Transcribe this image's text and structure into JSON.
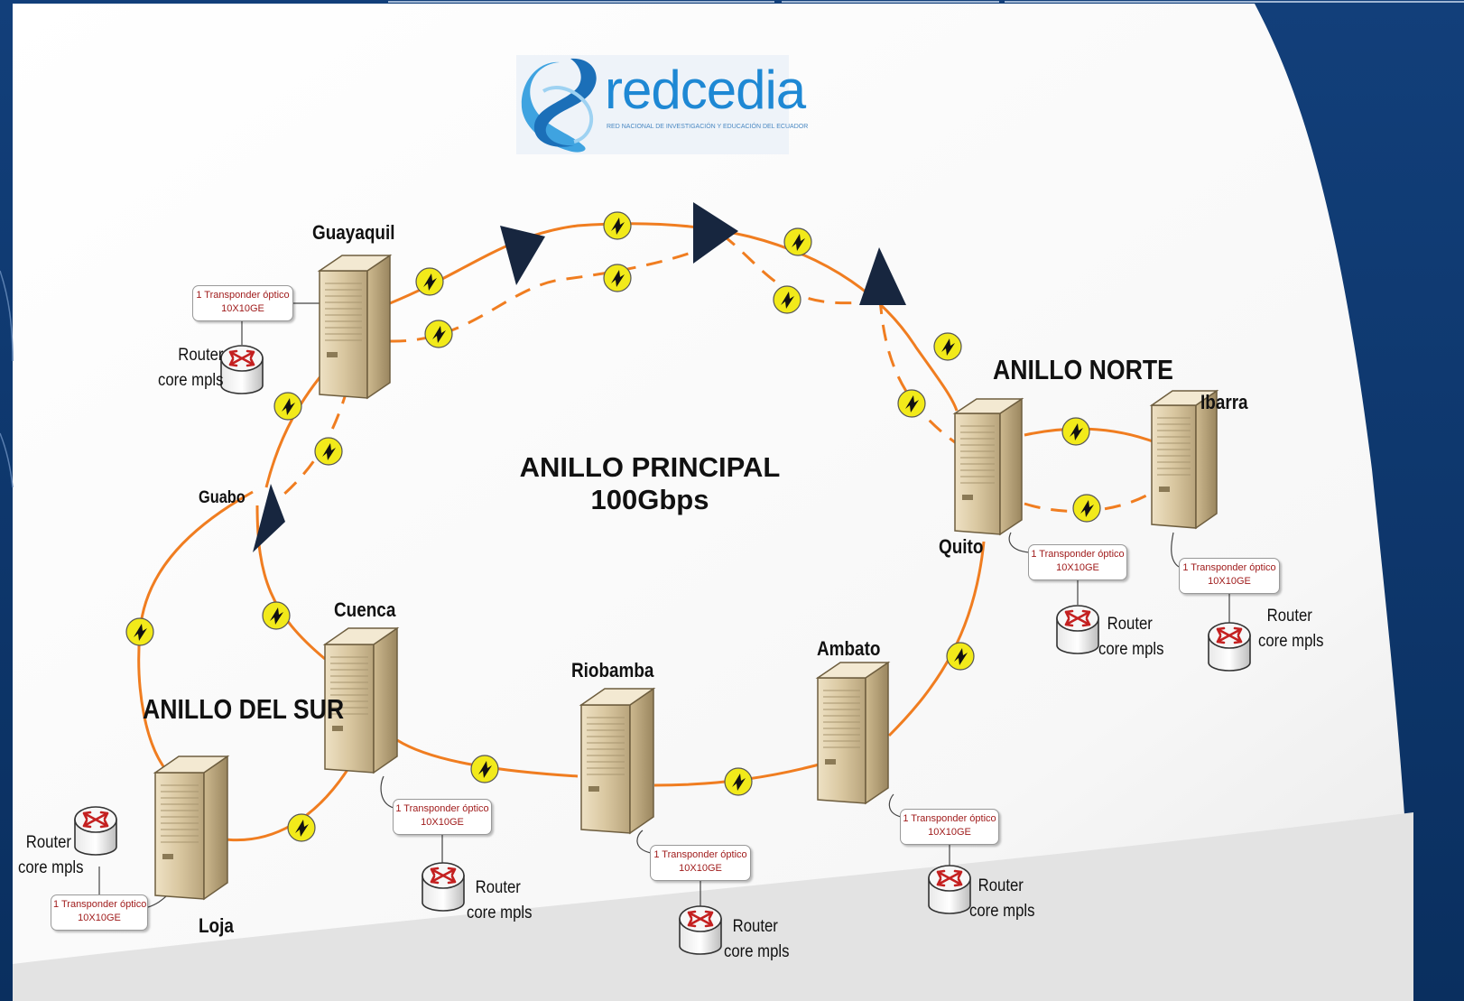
{
  "logo": {
    "brand_text": "redcedia",
    "tagline": "RED NACIONAL DE INVESTIGACIÓN Y EDUCACIÓN DEL ECUADOR",
    "brand_color": "#1e88d4"
  },
  "diagram": {
    "center_title": "ANILLO PRINCIPAL",
    "center_capacity": "100Gbps",
    "ring_labels": {
      "north": "ANILLO NORTE",
      "south": "ANILLO DEL SUR"
    },
    "cities": {
      "guayaquil": "Guayaquil",
      "guabo": "Guabo",
      "cuenca": "Cuenca",
      "loja": "Loja",
      "riobamba": "Riobamba",
      "ambato": "Ambato",
      "quito": "Quito",
      "ibarra": "Ibarra"
    },
    "transponder": {
      "line1": "1 Transponder óptico",
      "line2": "10X10GE"
    },
    "router": {
      "line1": "Router",
      "line2": "core mpls"
    },
    "link_color": "#f07d20",
    "amplifier_color": "#f2ea1a",
    "triangle_color": "#17263f"
  }
}
